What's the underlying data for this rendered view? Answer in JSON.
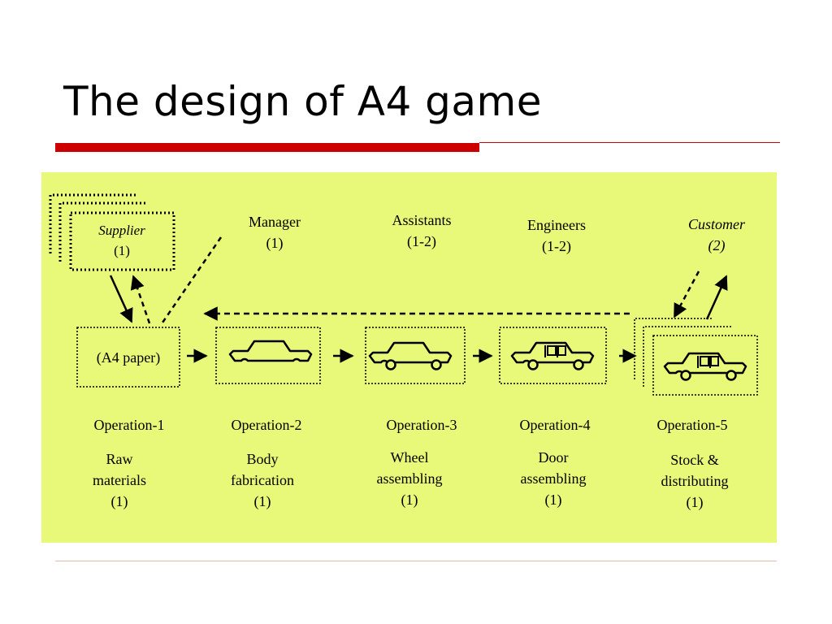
{
  "slide": {
    "title": "The design of A4 game"
  },
  "roles": {
    "supplier": {
      "name": "Supplier",
      "count": "(1)"
    },
    "manager": {
      "name": "Manager",
      "count": "(1)"
    },
    "assistants": {
      "name": "Assistants",
      "count": "(1-2)"
    },
    "engineers": {
      "name": "Engineers",
      "count": "(1-2)"
    },
    "customer": {
      "name": "Customer",
      "count": "(2)"
    }
  },
  "start_box": {
    "label": "(A4 paper)"
  },
  "operations": [
    {
      "name": "Operation-1",
      "line1": "Raw",
      "line2": "materials",
      "count": "(1)"
    },
    {
      "name": "Operation-2",
      "line1": "Body",
      "line2": "fabrication",
      "count": "(1)"
    },
    {
      "name": "Operation-3",
      "line1": "Wheel",
      "line2": "assembling",
      "count": "(1)"
    },
    {
      "name": "Operation-4",
      "line1": "Door",
      "line2": "assembling",
      "count": "(1)"
    },
    {
      "name": "Operation-5",
      "line1": "Stock &",
      "line2": "distributing",
      "count": "(1)"
    }
  ],
  "colors": {
    "panel": "#e8f878",
    "title_bar": "#cc0000"
  }
}
